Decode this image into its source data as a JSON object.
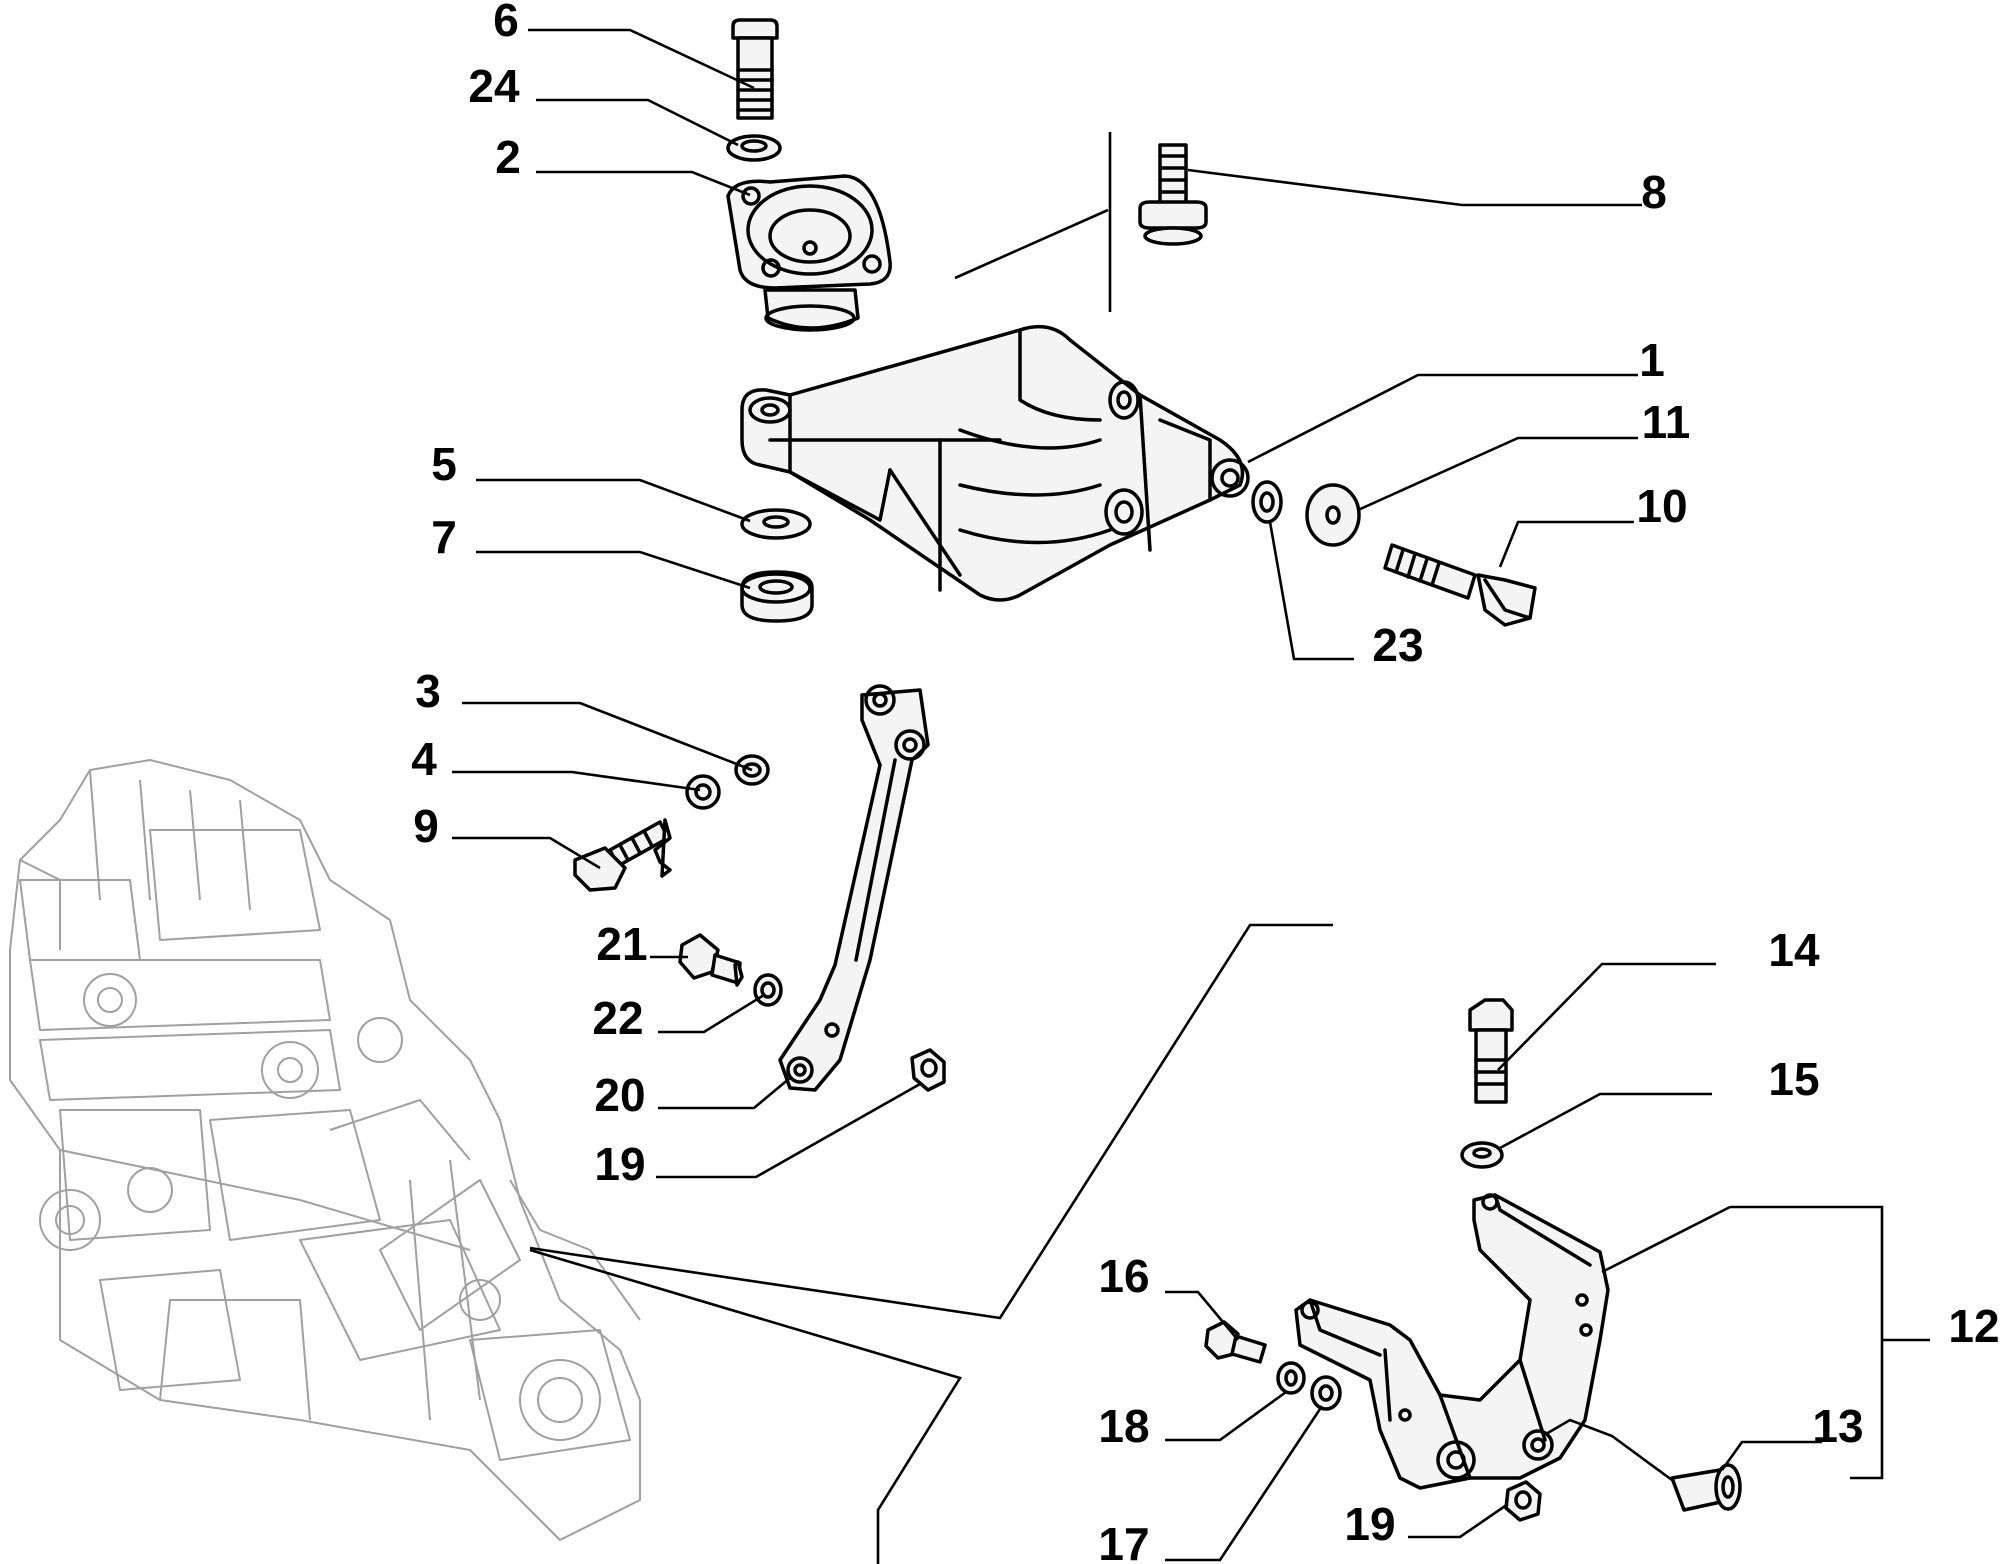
{
  "callouts": [
    {
      "id": "c1",
      "text": "1"
    },
    {
      "id": "c2",
      "text": "2"
    },
    {
      "id": "c3",
      "text": "3"
    },
    {
      "id": "c4",
      "text": "4"
    },
    {
      "id": "c5",
      "text": "5"
    },
    {
      "id": "c6",
      "text": "6"
    },
    {
      "id": "c7",
      "text": "7"
    },
    {
      "id": "c8",
      "text": "8"
    },
    {
      "id": "c9",
      "text": "9"
    },
    {
      "id": "c10",
      "text": "10"
    },
    {
      "id": "c11",
      "text": "11"
    },
    {
      "id": "c12",
      "text": "12"
    },
    {
      "id": "c13",
      "text": "13"
    },
    {
      "id": "c14",
      "text": "14"
    },
    {
      "id": "c15",
      "text": "15"
    },
    {
      "id": "c16",
      "text": "16"
    },
    {
      "id": "c17",
      "text": "17"
    },
    {
      "id": "c18",
      "text": "18"
    },
    {
      "id": "c19a",
      "text": "19"
    },
    {
      "id": "c19b",
      "text": "19"
    },
    {
      "id": "c20",
      "text": "20"
    },
    {
      "id": "c21",
      "text": "21"
    },
    {
      "id": "c22",
      "text": "22"
    },
    {
      "id": "c23",
      "text": "23"
    },
    {
      "id": "c24",
      "text": "24"
    }
  ],
  "colors": {
    "ink": "#000000",
    "ghost": "#a0a0a0",
    "background": "#ffffff"
  }
}
